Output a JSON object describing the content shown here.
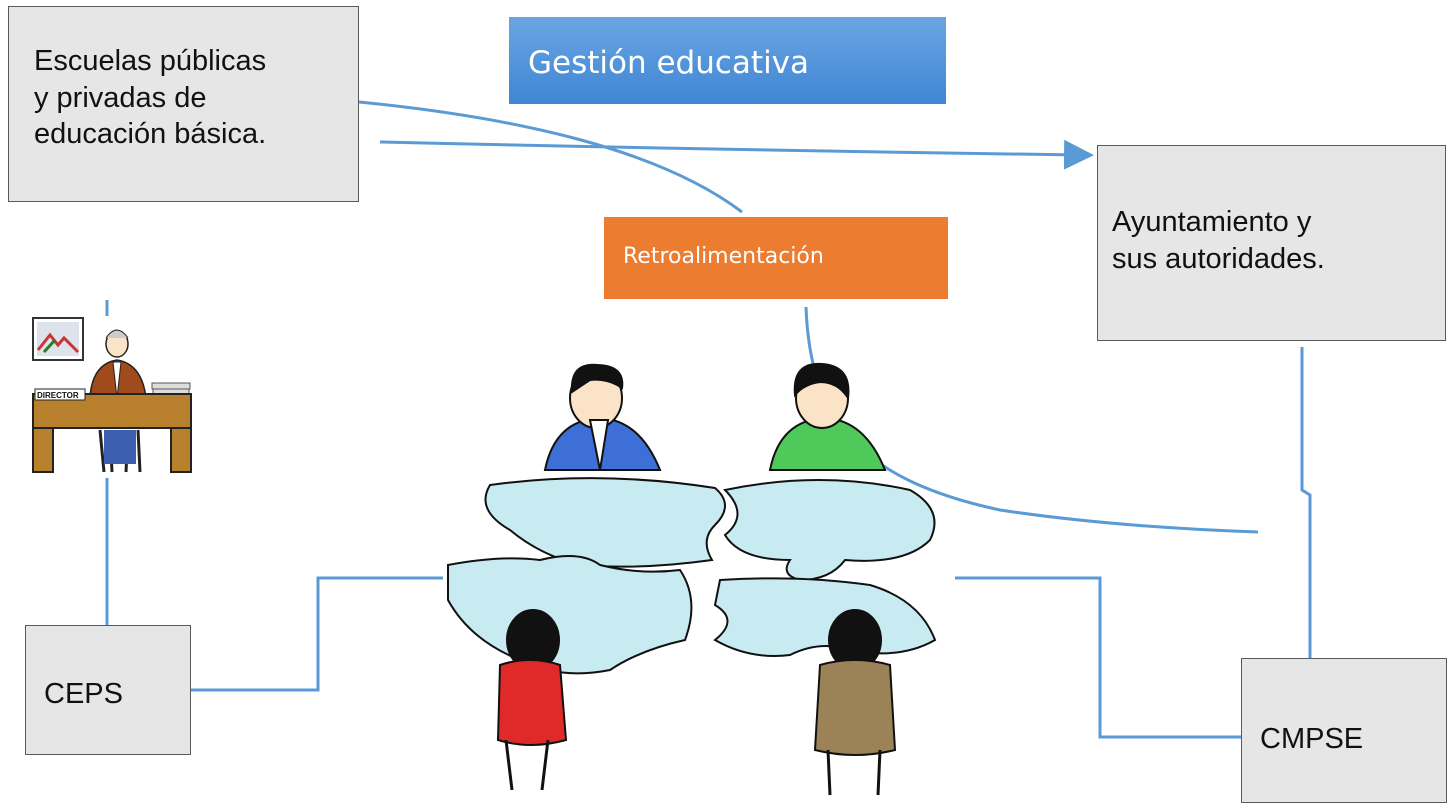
{
  "diagram": {
    "title": "Gestión educativa",
    "feedback_label": "Retroalimentación",
    "nodes": {
      "escuelas": [
        "Escuelas públicas",
        "y privadas de",
        "educación básica."
      ],
      "ayuntamiento": [
        "Ayuntamiento y",
        "sus autoridades."
      ],
      "ceps": "CEPS",
      "cmpse": "CMPSE"
    },
    "director_sign": "DIRECTOR"
  },
  "colors": {
    "connector": "#5b9bd5",
    "title_bg": "#4a90d9",
    "feedback_bg": "#ec7c30",
    "box_bg": "#e6e6e6",
    "box_border": "#5a5a5a"
  },
  "icons": [
    "director-at-desk-illustration",
    "team-puzzle-illustration"
  ]
}
